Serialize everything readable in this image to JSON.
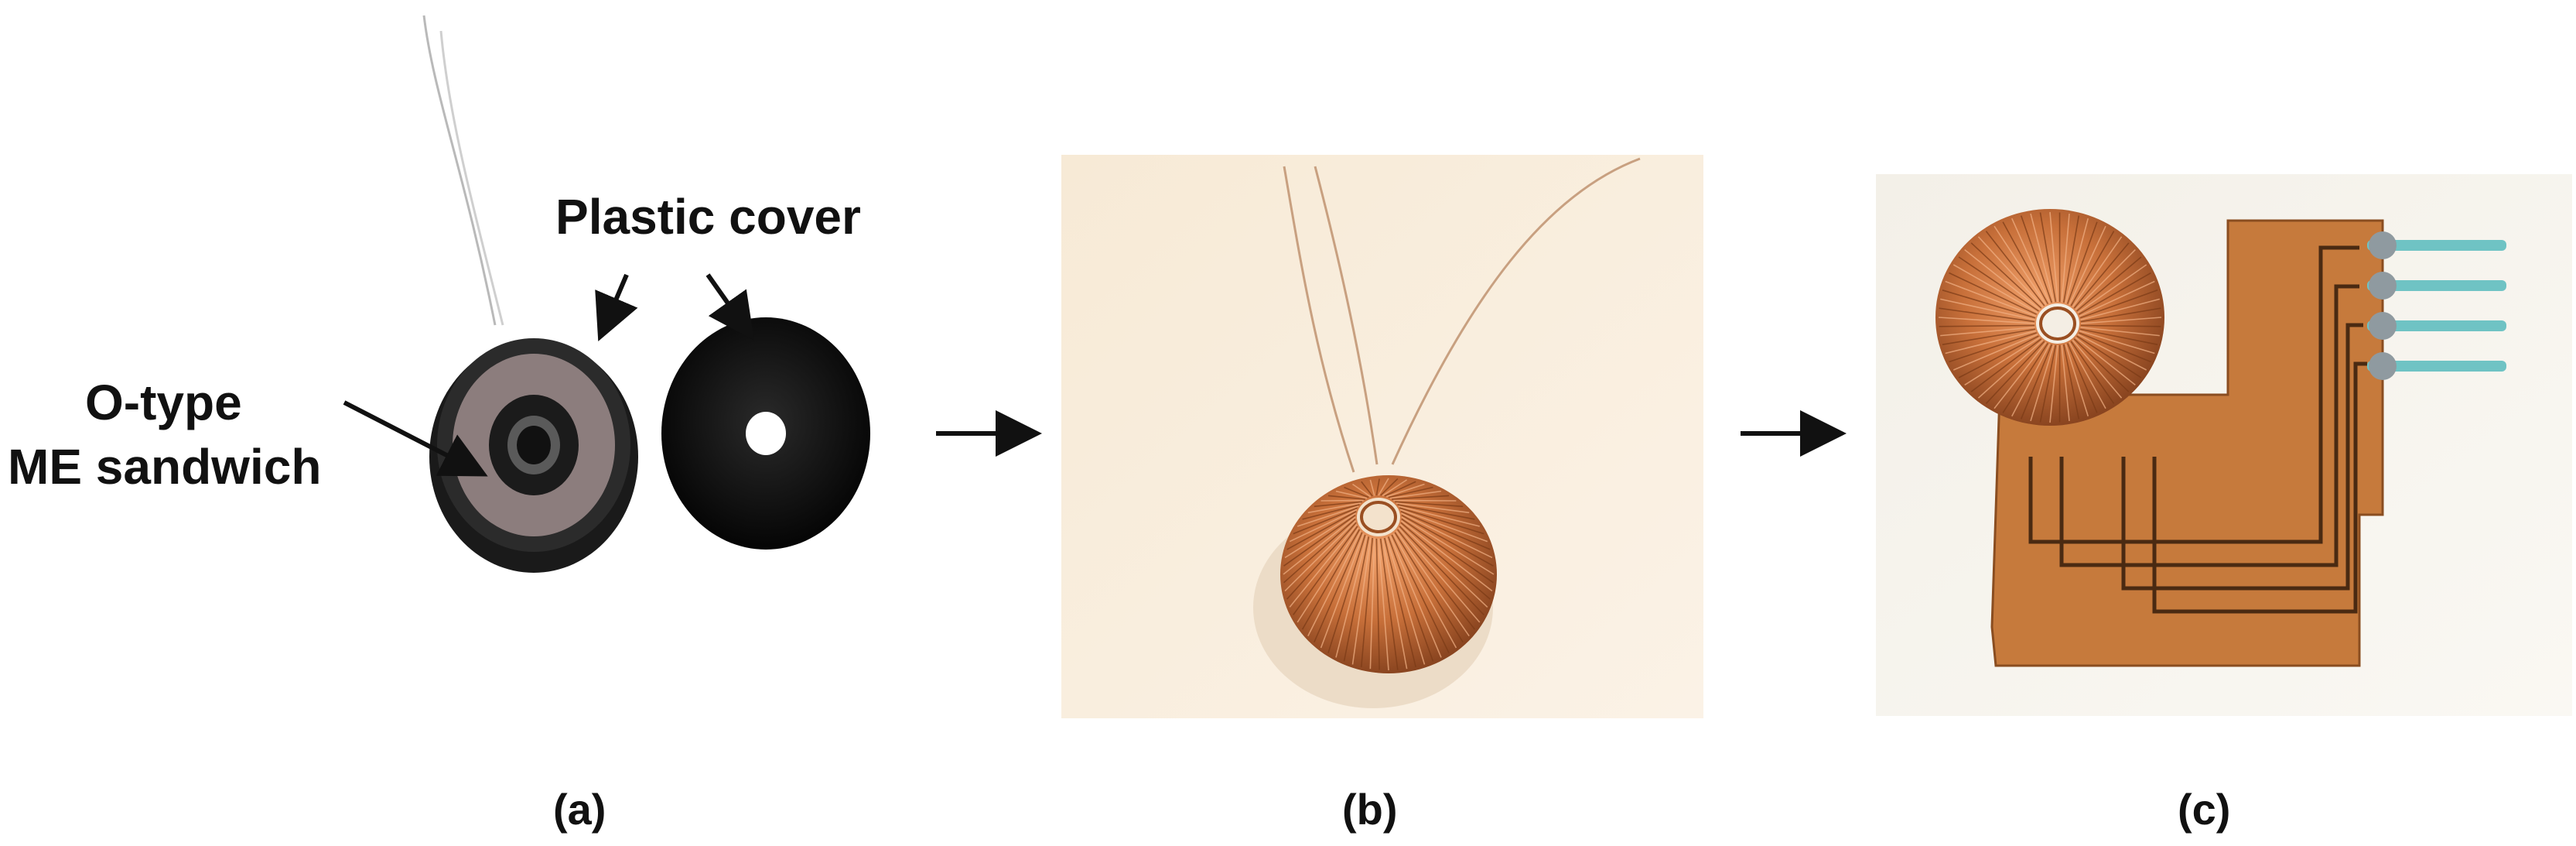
{
  "panels": [
    {
      "id": "a",
      "label": "(a)"
    },
    {
      "id": "b",
      "label": "(b)"
    },
    {
      "id": "c",
      "label": "(c)"
    }
  ],
  "callouts": {
    "plastic_cover": "Plastic cover",
    "me_sandwich_line1": "O-type",
    "me_sandwich_line2": "ME sandwich"
  },
  "colors": {
    "background": "#ffffff",
    "photo_background": "#f6ecdc",
    "copper": "#c9753c",
    "pcb": "#c67a3c",
    "black_cover": "#0b0b0b"
  }
}
